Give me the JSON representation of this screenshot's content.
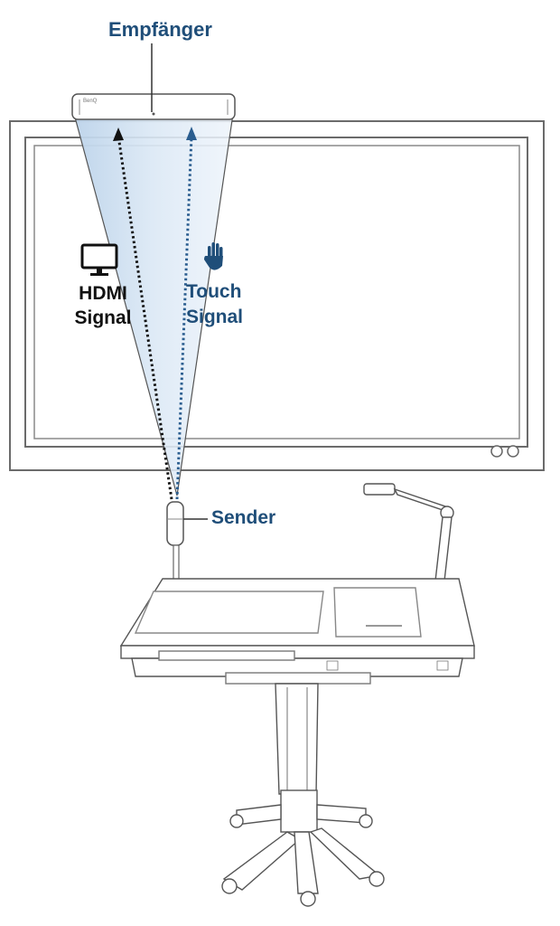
{
  "labels": {
    "receiver": "Empfänger",
    "sender": "Sender",
    "hdmi_line1": "HDMI",
    "hdmi_line2": "Signal",
    "touch_line1": "Touch",
    "touch_line2": "Signal",
    "receiver_brand": "BenQ"
  },
  "icons": {
    "hdmi": "monitor-icon",
    "touch": "hand-icon"
  },
  "colors": {
    "label_blue": "#1f4e79",
    "label_black": "#111111",
    "beam": "#c9dcf0",
    "line": "#555555"
  }
}
